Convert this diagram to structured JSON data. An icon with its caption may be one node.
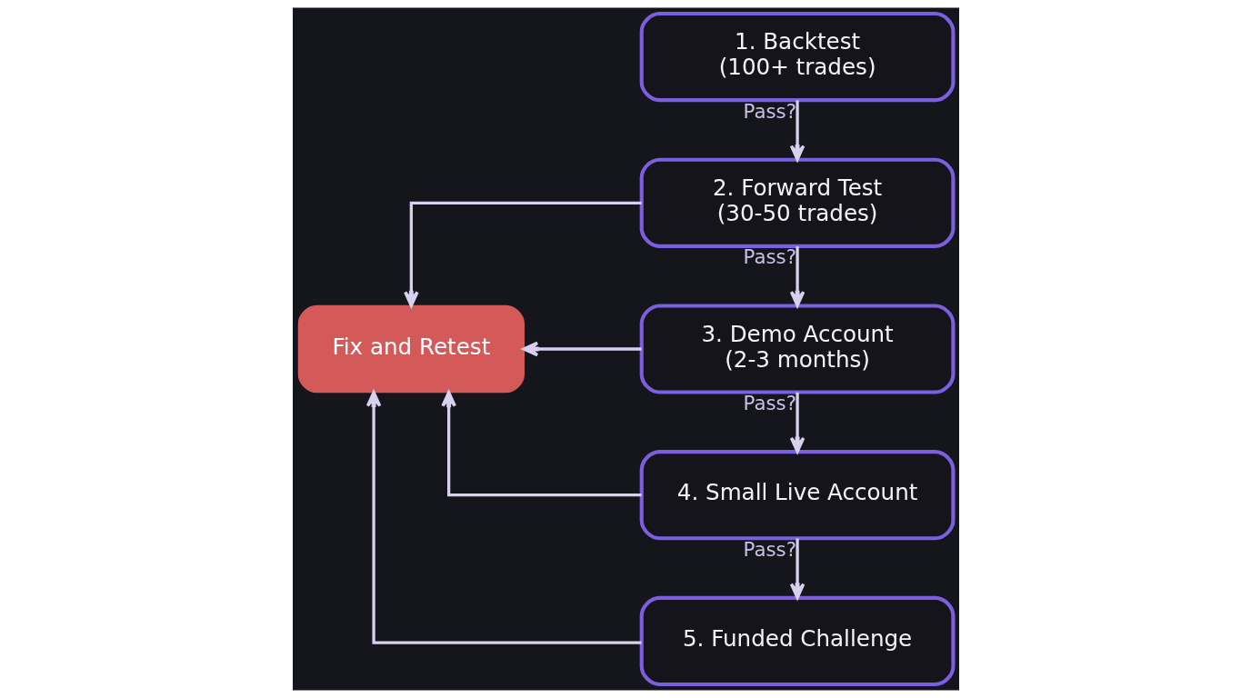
{
  "diagram": {
    "nodes": [
      {
        "text": [
          "1. Backtest (100+ trades)"
        ]
      },
      {
        "text": [
          "2. Forward Test (30-50 trades)"
        ]
      },
      {
        "text": [
          "Fix and Retest"
        ]
      },
      {
        "text": [
          "3. Demo Account (2-3 months)"
        ]
      },
      {
        "text": [
          "4. Small Live Account"
        ]
      },
      {
        "text": [
          "5. Funded Challenge"
        ]
      }
    ],
    "edges": [
      {
        "from": 0,
        "to": 1,
        "arrow": "to",
        "label": "Pass?"
      },
      {
        "from": 1,
        "to": 3,
        "arrow": "to",
        "label": "Pass?"
      },
      {
        "from": 3,
        "to": 4,
        "arrow": "to",
        "label": "Pass?"
      },
      {
        "from": 4,
        "to": 5,
        "arrow": "to",
        "label": "Pass?"
      },
      {
        "from": 1,
        "to": 2,
        "arrow": "to"
      },
      {
        "from": 3,
        "to": 2,
        "arrow": "to"
      },
      {
        "from": 4,
        "to": 2,
        "arrow": "to"
      },
      {
        "from": 5,
        "to": 2,
        "arrow": "to"
      }
    ]
  }
}
